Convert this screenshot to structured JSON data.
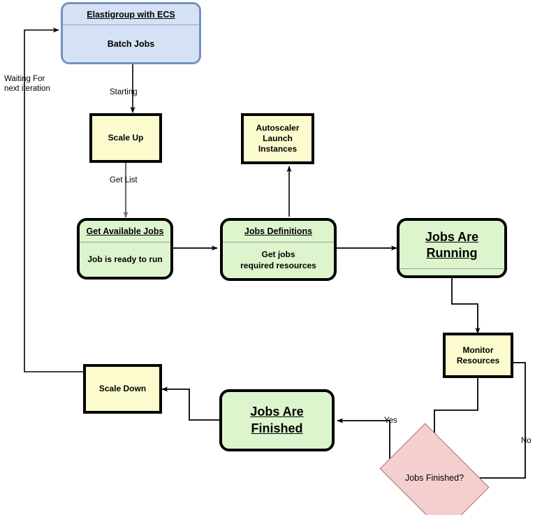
{
  "diagram": {
    "title": "Elastigroup with ECS Batch Jobs flow",
    "colors": {
      "blue_fill": "#d5e2f5",
      "blue_stroke": "#7491c4",
      "yellow_fill": "#fcfbcd",
      "green_fill": "#ddf5cd",
      "pink_fill": "#f5cfcf",
      "pink_stroke": "#b06a6a",
      "edge_black": "#000000",
      "edge_gray": "#808080"
    }
  },
  "nodes": {
    "elastigroup": {
      "title": "Elastigroup with ECS",
      "body": "Batch Jobs"
    },
    "scale_up": {
      "body": "Scale Up"
    },
    "autoscaler": {
      "body": "Autoscaler\nLaunch\nInstances"
    },
    "get_available_jobs": {
      "title": "Get Available Jobs",
      "body": "Job is ready to run"
    },
    "jobs_definitions": {
      "title": "Jobs Definitions",
      "body": "Get jobs\nrequired resources"
    },
    "jobs_running": {
      "title": "Jobs Are\n Running",
      "body": ""
    },
    "monitor_resources": {
      "body": "Monitor\nResources"
    },
    "jobs_finished_decision": {
      "label": "Jobs Finished?"
    },
    "jobs_are_finished": {
      "title": "Jobs Are \nFinished"
    },
    "scale_down": {
      "body": "Scale Down"
    }
  },
  "edge_labels": {
    "waiting": "Waiting For\nnext iteration",
    "starting": "Starting",
    "get_list": "Get List",
    "yes": "Yes",
    "no": "No"
  }
}
